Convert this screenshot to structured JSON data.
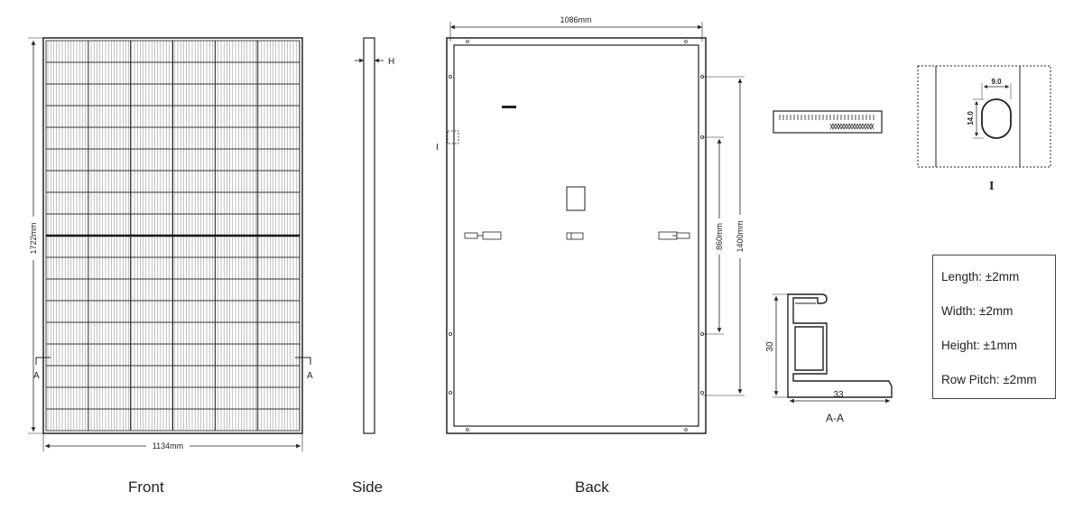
{
  "views": {
    "front": {
      "caption": "Front",
      "width_dim": "1134mm",
      "height_dim": "1722mm",
      "section_mark": "A"
    },
    "side": {
      "caption": "Side",
      "thickness_label": "H"
    },
    "back": {
      "caption": "Back",
      "width_dim": "1086mm",
      "mount_dim_inner": "860mm",
      "mount_dim_outer": "1400mm",
      "detail_marker": "I"
    },
    "detail_i": {
      "label": "I",
      "slot_width": "9.0",
      "slot_height": "14.0"
    },
    "section_aa": {
      "label": "A-A",
      "height_dim": "30",
      "width_dim": "33"
    }
  },
  "tolerances": [
    "Length: ±2mm",
    "Width: ±2mm",
    "Height: ±1mm",
    "Row Pitch: ±2mm"
  ]
}
